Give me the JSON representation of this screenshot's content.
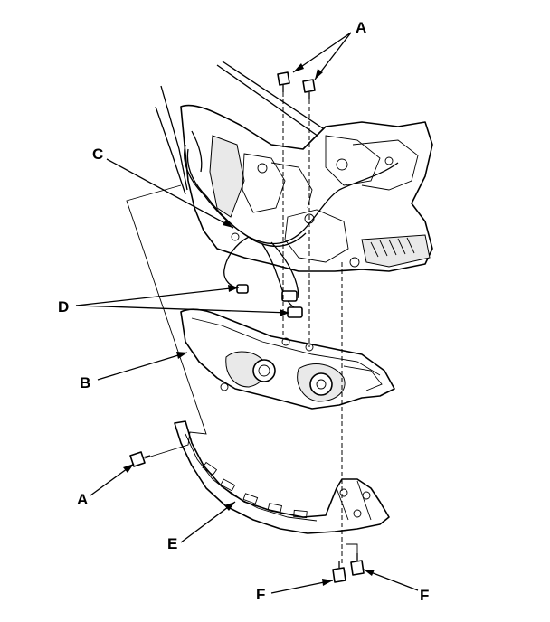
{
  "callouts": {
    "a_top": "A",
    "c": "C",
    "d": "D",
    "b": "B",
    "a_left": "A",
    "e": "E",
    "f_left": "F",
    "f_right": "F"
  },
  "parts": {
    "a": "bolt-icon",
    "b": "headlight-assembly",
    "c": "wire-harness",
    "d": "connector",
    "e": "lower-bracket",
    "f": "bolt-icon"
  }
}
